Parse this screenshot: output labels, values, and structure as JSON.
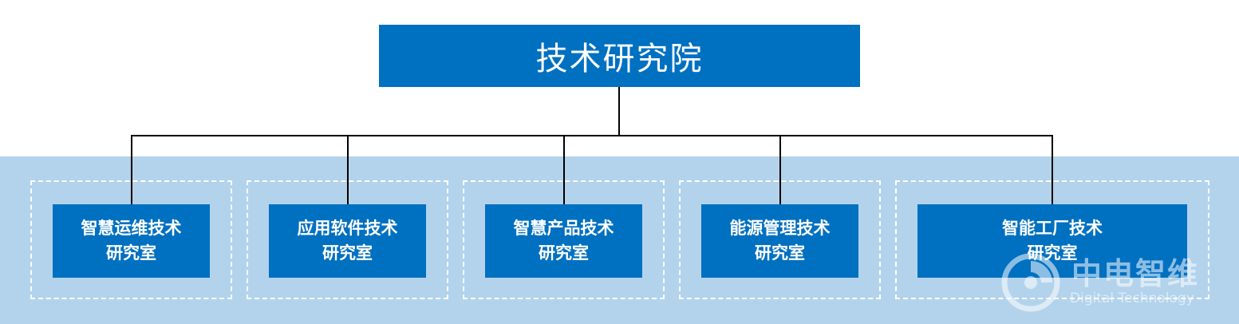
{
  "root": {
    "label": "技术研究院"
  },
  "departments": [
    {
      "line1": "智慧运维技术",
      "line2": "研究室"
    },
    {
      "line1": "应用软件技术",
      "line2": "研究室"
    },
    {
      "line1": "智慧产品技术",
      "line2": "研究室"
    },
    {
      "line1": "能源管理技术",
      "line2": "研究室"
    },
    {
      "line1": "智能工厂技术",
      "line2": "研究室"
    }
  ],
  "watermark": {
    "brand_cn": "中电智维",
    "brand_en": "Digital Technology"
  },
  "colors": {
    "box": "#0070c1",
    "band": "#b3d3ec",
    "connector": "#000000",
    "dashed_border": "#ffffff"
  }
}
